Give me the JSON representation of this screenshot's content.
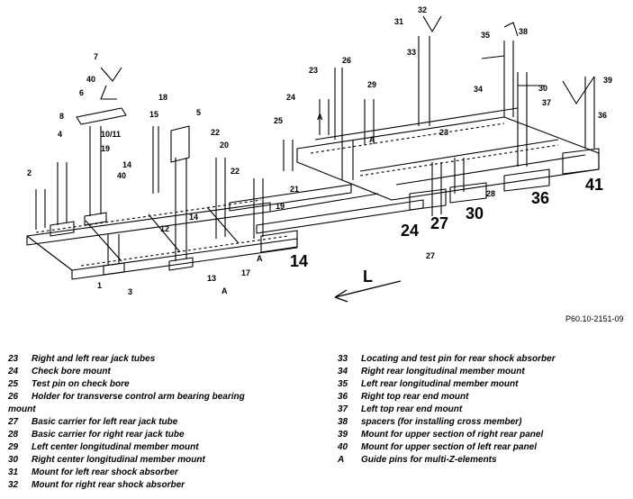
{
  "figure_ref": "P60.10-2151-09",
  "direction_label": "L",
  "big_labels": [
    "14",
    "24",
    "27",
    "30",
    "36",
    "41"
  ],
  "callouts": [
    "1",
    "2",
    "3",
    "4",
    "5",
    "6",
    "7",
    "8",
    "10/11",
    "12",
    "13",
    "14",
    "14",
    "15",
    "17",
    "18",
    "19",
    "19",
    "20",
    "21",
    "22",
    "22",
    "23",
    "23",
    "24",
    "25",
    "26",
    "27",
    "28",
    "29",
    "30",
    "31",
    "32",
    "33",
    "34",
    "35",
    "36",
    "37",
    "38",
    "39",
    "40",
    "40",
    "A",
    "A",
    "A",
    "A"
  ],
  "legend_left": [
    {
      "num": "23",
      "text": "Right and left rear jack tubes"
    },
    {
      "num": "24",
      "text": "Check bore mount"
    },
    {
      "num": "25",
      "text": "Test pin on check bore"
    },
    {
      "num": "26",
      "text": "Holder for transverse control arm bearing bearing",
      "cont": "mount"
    },
    {
      "num": "27",
      "text": "Basic carrier for left rear jack tube"
    },
    {
      "num": "28",
      "text": "Basic carrier for right rear jack tube"
    },
    {
      "num": "29",
      "text": "Left center longitudinal member mount"
    },
    {
      "num": "30",
      "text": "Right center longitudinal member mount"
    },
    {
      "num": "31",
      "text": "Mount for left rear shock absorber"
    },
    {
      "num": "32",
      "text": "Mount for right rear shock absorber"
    }
  ],
  "legend_right": [
    {
      "num": "33",
      "text": "Locating and test pin for rear shock absorber"
    },
    {
      "num": "34",
      "text": "Right rear longitudinal member mount"
    },
    {
      "num": "35",
      "text": "Left rear longitudinal member mount"
    },
    {
      "num": "36",
      "text": "Right top rear end mount"
    },
    {
      "num": "37",
      "text": "Left top rear end mount"
    },
    {
      "num": "38",
      "text": "spacers (for installing cross member)"
    },
    {
      "num": "39",
      "text": "Mount for upper section of right rear panel"
    },
    {
      "num": "40",
      "text": "Mount for upper section of left rear panel"
    },
    {
      "num": "",
      "text": ""
    },
    {
      "num": "A",
      "text": "Guide pins for multi-Z-elements"
    }
  ]
}
